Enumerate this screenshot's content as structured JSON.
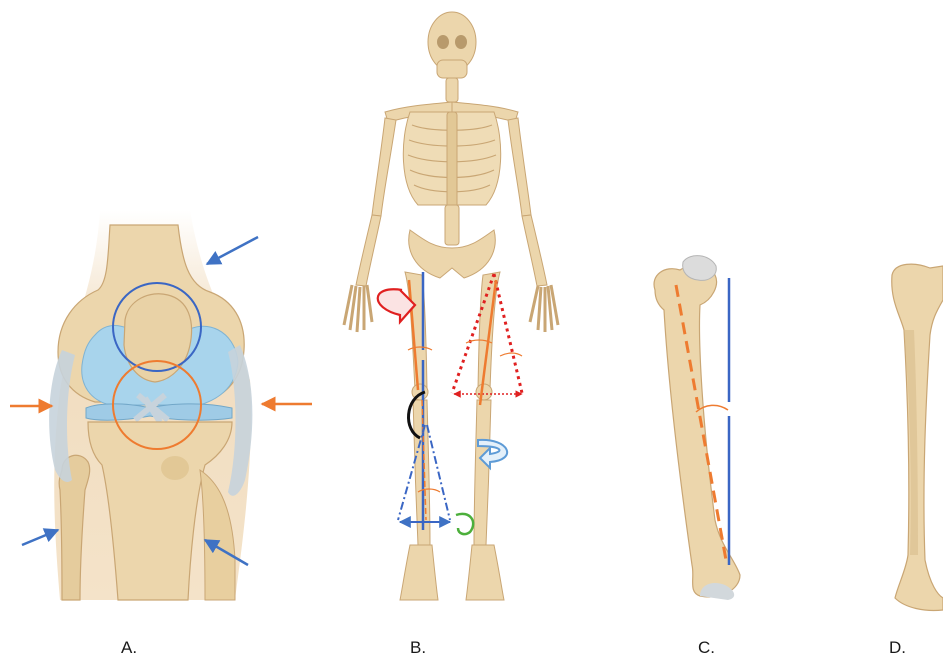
{
  "panels": [
    {
      "id": "A",
      "label": "A."
    },
    {
      "id": "B",
      "label": "B."
    },
    {
      "id": "C",
      "label": "C."
    },
    {
      "id": "D",
      "label": "D."
    }
  ],
  "colors": {
    "bone": "#ecd6ac",
    "bone_shade": "#d7b98a",
    "bone_edge": "#c9a674",
    "cartilage": "#a8d4ec",
    "ligament": "#c7d3dc",
    "arrow_orange": "#ee7b30",
    "arrow_blue": "#3f72c4",
    "axis_blue": "#3a66c4",
    "axis_orange": "#ee7b30",
    "rotation_red": "#e02020",
    "rotation_blue": "#5e9bd6",
    "rotation_green": "#4caf3b",
    "rotation_black": "#111111",
    "label_text": "#1a1a1a"
  },
  "icons": [
    "arrow-icon",
    "rotation-arrow-icon",
    "double-headed-arrow-icon"
  ]
}
